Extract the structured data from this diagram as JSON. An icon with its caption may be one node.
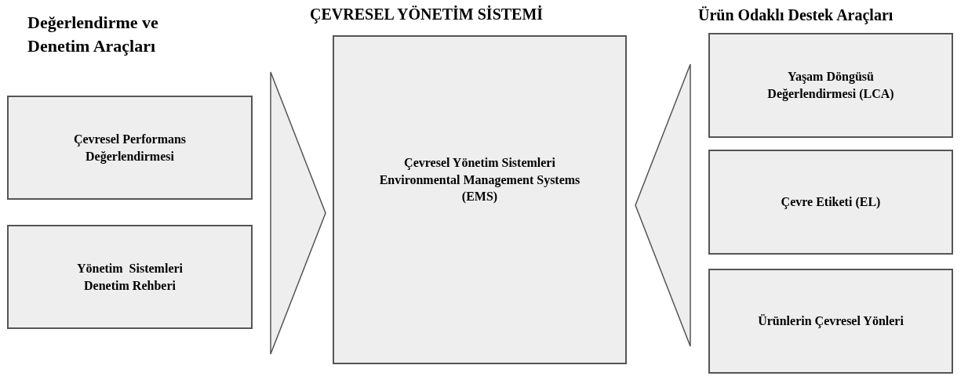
{
  "diagram": {
    "nodes": [
      {
        "text": [
          "Çevresel Performans Değerlendirmesi"
        ]
      },
      {
        "text": [
          "Yönetim  Sistemleri Denetim Rehberi"
        ]
      },
      {
        "text": [
          "Çevresel Yönetim Sistemleri Environmental Management Systems (EMS)"
        ],
        "beside": [
          "ÇEVRESEL YÖNETİM SİSTEMİ"
        ]
      },
      {
        "text": [
          "Yaşam Döngüsü Değerlendirmesi (LCA)"
        ]
      },
      {
        "text": [
          "Çevre Etiketi (EL)"
        ]
      },
      {
        "text": [
          "Ürünlerin Çevresel Yönleri"
        ]
      }
    ],
    "edges": [
      {
        "from": null,
        "to": 2,
        "arrow": "to"
      },
      {
        "from": null,
        "to": 2,
        "arrow": "to"
      }
    ],
    "labels": [
      "Değerlendirme ve Denetim Araçları",
      "Ürün Odaklı Destek Araçları"
    ]
  }
}
